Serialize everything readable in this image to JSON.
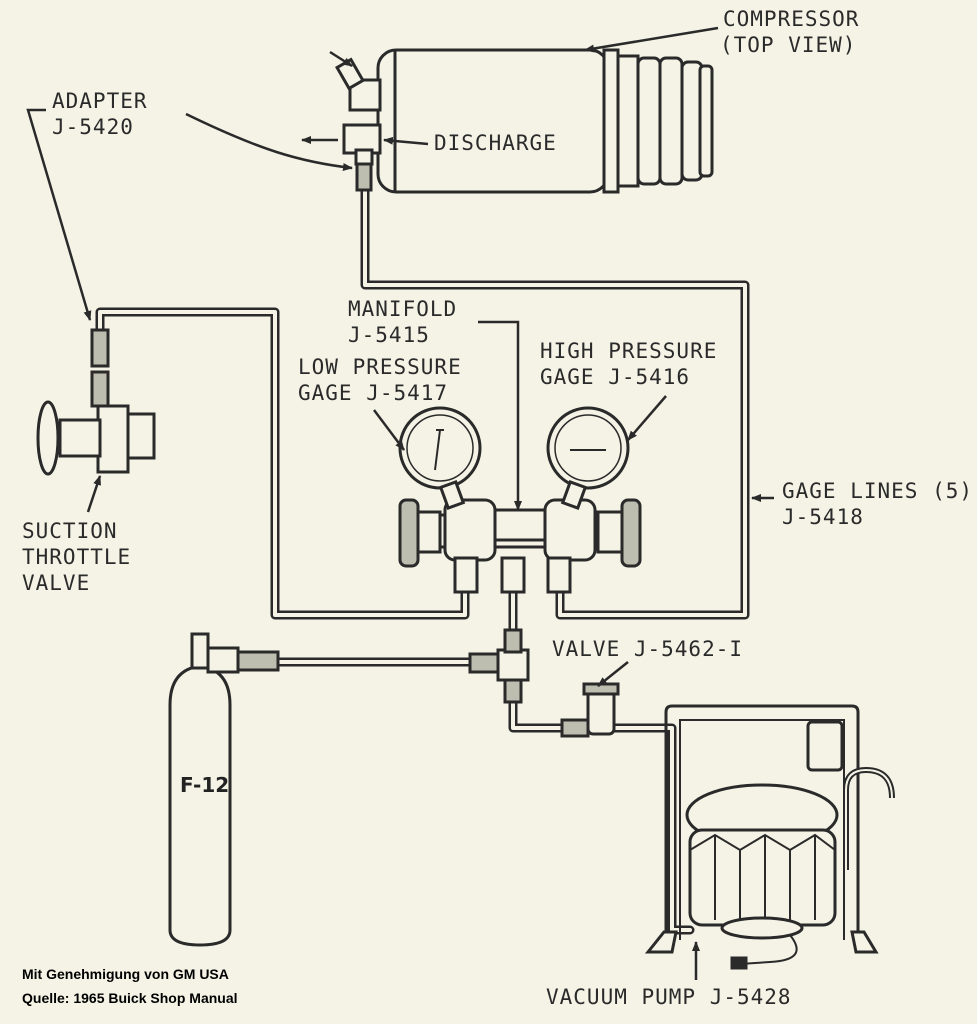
{
  "labels": {
    "compressor_line1": "COMPRESSOR",
    "compressor_line2": "(TOP VIEW)",
    "adapter_line1": "ADAPTER",
    "adapter_line2": "J-5420",
    "discharge": "DISCHARGE",
    "manifold_line1": "MANIFOLD",
    "manifold_line2": "J-5415",
    "low_gage_line1": "LOW PRESSURE",
    "low_gage_line2": "GAGE J-5417",
    "high_gage_line1": "HIGH PRESSURE",
    "high_gage_line2": "GAGE J-5416",
    "gage_lines_line1": "GAGE LINES (5)",
    "gage_lines_line2": "J-5418",
    "suction_line1": "SUCTION",
    "suction_line2": "THROTTLE",
    "suction_line3": "VALVE",
    "valve": "VALVE J-5462-I",
    "cylinder": "F-12",
    "vacuum_pump": "VACUUM PUMP J-5428"
  },
  "credits": {
    "line1": "Mit Genehmigung von GM USA",
    "line2": "Quelle: 1965 Buick Shop Manual"
  }
}
